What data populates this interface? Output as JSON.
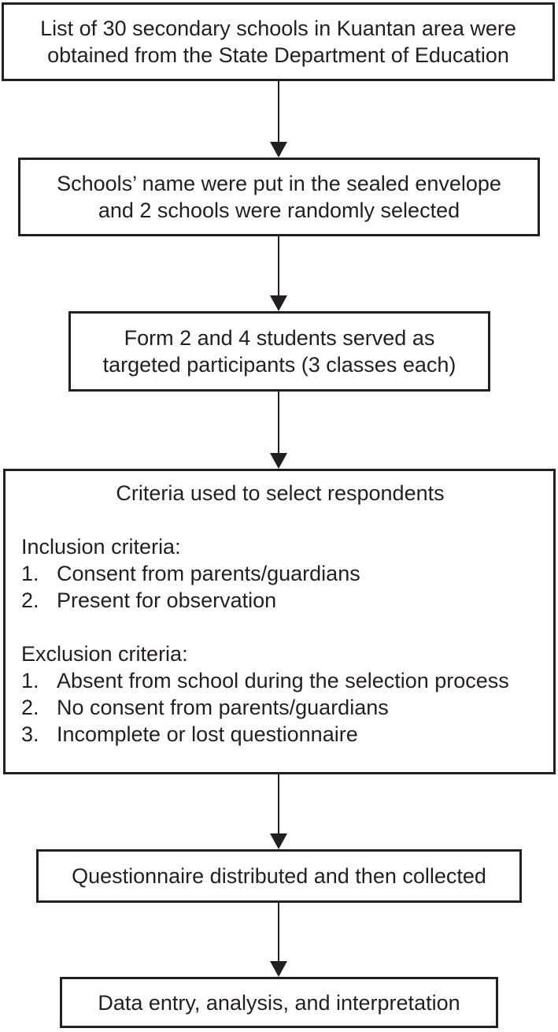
{
  "figure": {
    "type": "flowchart",
    "description": "Sampling and data-collection flowchart",
    "colors": {
      "ink": "#231f20",
      "background": "#ffffff"
    },
    "steps": {
      "step1": {
        "text": "List of 30 secondary schools in Kuantan area were\nobtained from the State Department of Education"
      },
      "step2": {
        "text": "Schools’ name were put in the sealed envelope\nand 2 schools were randomly selected"
      },
      "step3": {
        "text": "Form 2 and 4 students served as\ntargeted participants (3 classes each)"
      },
      "step4": {
        "title": "Criteria used to select respondents",
        "inclusion": {
          "heading": "Inclusion criteria:",
          "items": [
            {
              "num": "1.",
              "text": "Consent from parents/guardians"
            },
            {
              "num": "2.",
              "text": "Present for observation"
            }
          ]
        },
        "exclusion": {
          "heading": "Exclusion criteria:",
          "items": [
            {
              "num": "1.",
              "text": "Absent from school during the selection process"
            },
            {
              "num": "2.",
              "text": "No consent from parents/guardians"
            },
            {
              "num": "3.",
              "text": "Incomplete or lost questionnaire"
            }
          ]
        }
      },
      "step5": {
        "text": "Questionnaire distributed and then collected"
      },
      "step6": {
        "text": "Data entry, analysis, and interpretation"
      }
    }
  }
}
